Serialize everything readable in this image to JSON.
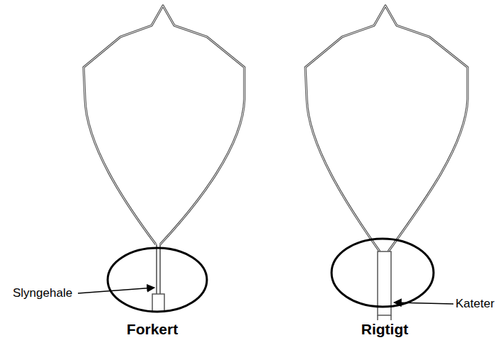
{
  "diagram": {
    "labels": [
      "Slyngehale",
      "Forkert",
      "Kateter",
      "Rigtigt"
    ]
  }
}
